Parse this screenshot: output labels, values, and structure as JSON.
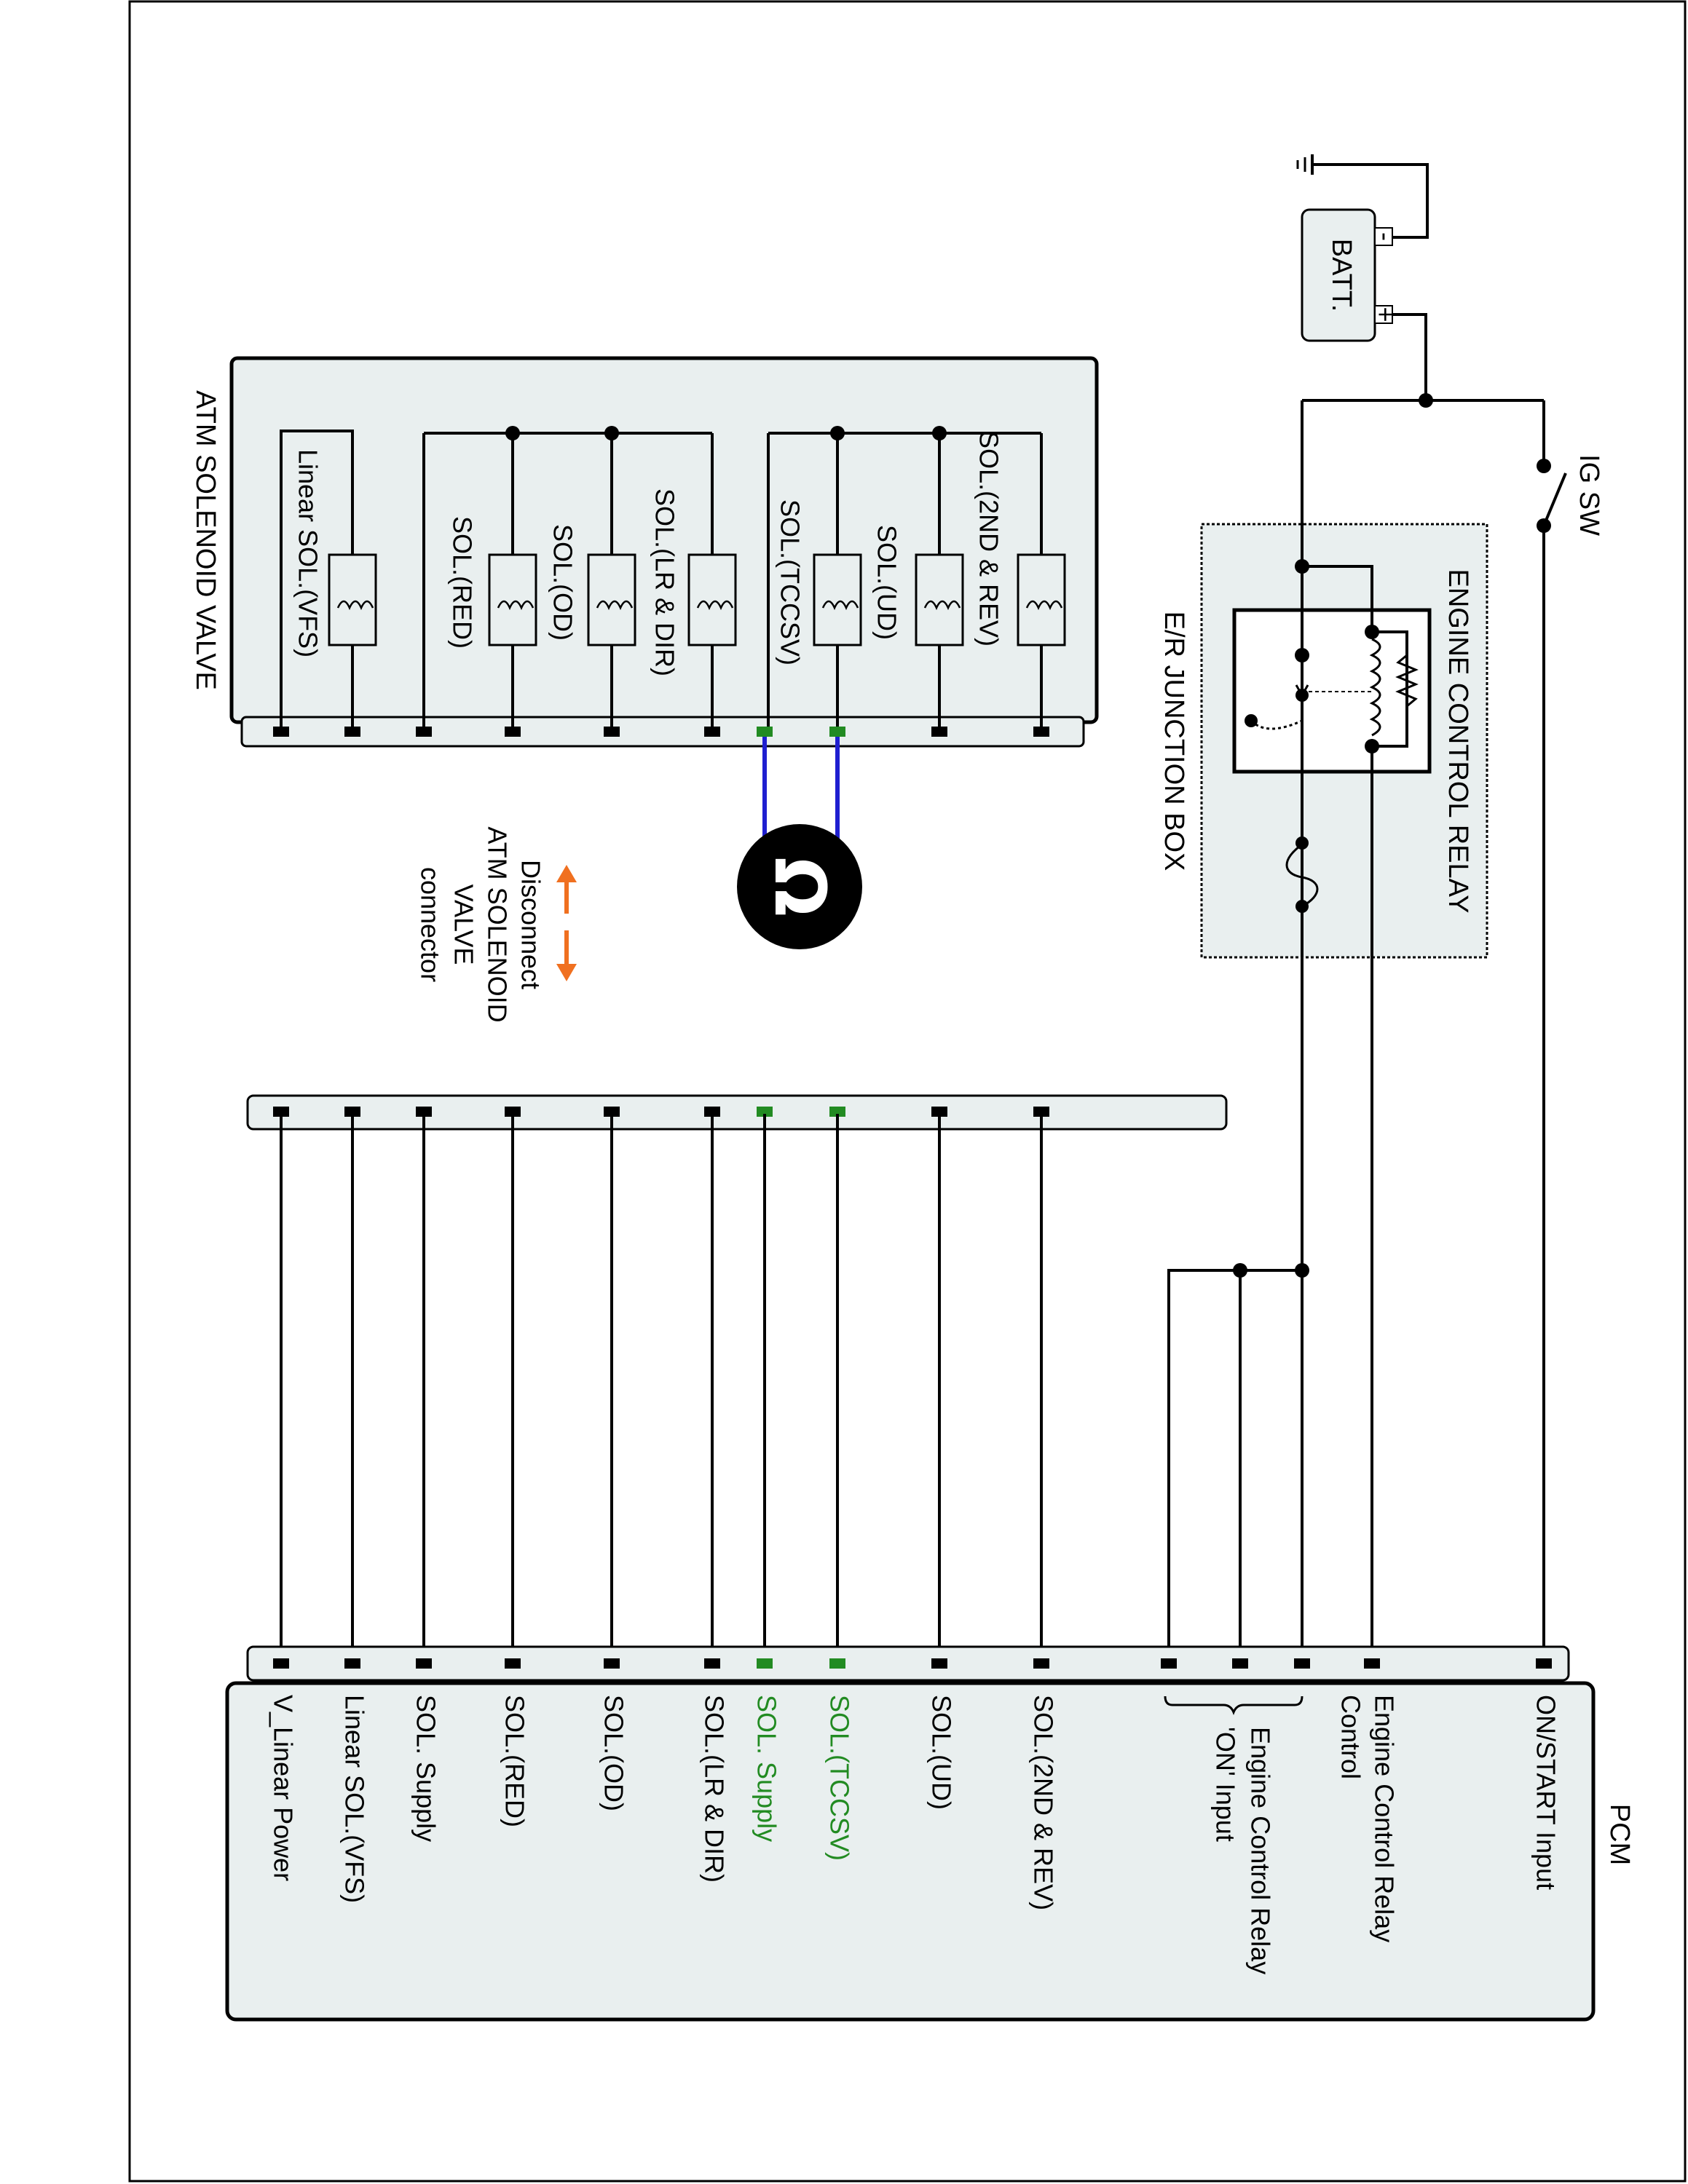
{
  "battery": {
    "label": "BATT.",
    "neg": "-",
    "pos": "+"
  },
  "ig_switch": {
    "label": "IG SW"
  },
  "junction_box": {
    "label": "E/R JUNCTION BOX",
    "relay_label": "ENGINE CONTROL RELAY"
  },
  "solenoid_valve": {
    "title": "ATM SOLENOID VALVE",
    "solenoids": [
      "SOL.(2ND & REV)",
      "SOL.(UD)",
      "SOL.(TCCSV)",
      "SOL.(LR & DIR)",
      "SOL.(OD)",
      "SOL.(RED)",
      "Linear SOL.(VFS)"
    ]
  },
  "disconnect_note": {
    "lines": [
      "Disconnect",
      "ATM SOLENOID",
      "VALVE",
      "connector"
    ]
  },
  "meter": {
    "symbol": "Ω"
  },
  "pcm": {
    "title": "PCM",
    "pins": [
      {
        "label": "ON/START Input",
        "highlight": false
      },
      {
        "label": "Engine Control Relay",
        "label2": "Control",
        "highlight": false
      },
      {
        "label": "Engine Control Relay",
        "label2": "'ON' Input",
        "highlight": false
      },
      {
        "label": "SOL.(2ND & REV)",
        "highlight": false
      },
      {
        "label": "SOL.(UD)",
        "highlight": false
      },
      {
        "label": "SOL.(TCCSV)",
        "highlight": true
      },
      {
        "label": "SOL. Supply",
        "highlight": true
      },
      {
        "label": "SOL.(LR & DIR)",
        "highlight": false
      },
      {
        "label": "SOL.(OD)",
        "highlight": false
      },
      {
        "label": "SOL.(RED)",
        "highlight": false
      },
      {
        "label": "SOL. Supply",
        "highlight": false
      },
      {
        "label": "Linear SOL.(VFS)",
        "highlight": false
      },
      {
        "label": "V_Linear Power",
        "highlight": false
      }
    ]
  },
  "colors": {
    "probe_wire": "#1f1fd0",
    "arrow": "#f07020",
    "highlight": "#228b22",
    "box_fill": "#e9efef"
  }
}
